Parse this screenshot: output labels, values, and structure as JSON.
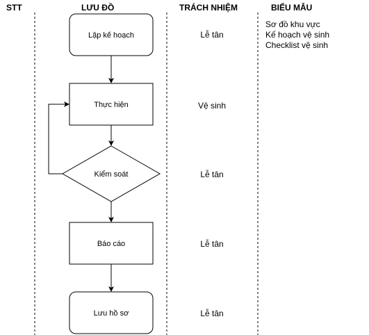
{
  "headers": {
    "stt": "STT",
    "flow": "LƯU ĐỒ",
    "responsibility": "TRÁCH NHIỆM",
    "forms": "BIỂU MẪU"
  },
  "steps": [
    {
      "label": "Lập kế hoạch",
      "shape": "rounded-rectangle",
      "responsible": "Lễ tân"
    },
    {
      "label": "Thực hiện",
      "shape": "rectangle",
      "responsible": "Vệ sinh"
    },
    {
      "label": "Kiểm soát",
      "shape": "decision",
      "responsible": "Lễ tân"
    },
    {
      "label": "Báo cáo",
      "shape": "rectangle",
      "responsible": "Lễ tân"
    },
    {
      "label": "Lưu hồ sơ",
      "shape": "rounded-rectangle",
      "responsible": "Lễ tân"
    }
  ],
  "forms": [
    "Sơ đồ khu vực",
    "Kế hoạch vệ sinh",
    "Checklist vệ sinh"
  ],
  "colors": {
    "line": "#000000",
    "background": "#ffffff"
  }
}
